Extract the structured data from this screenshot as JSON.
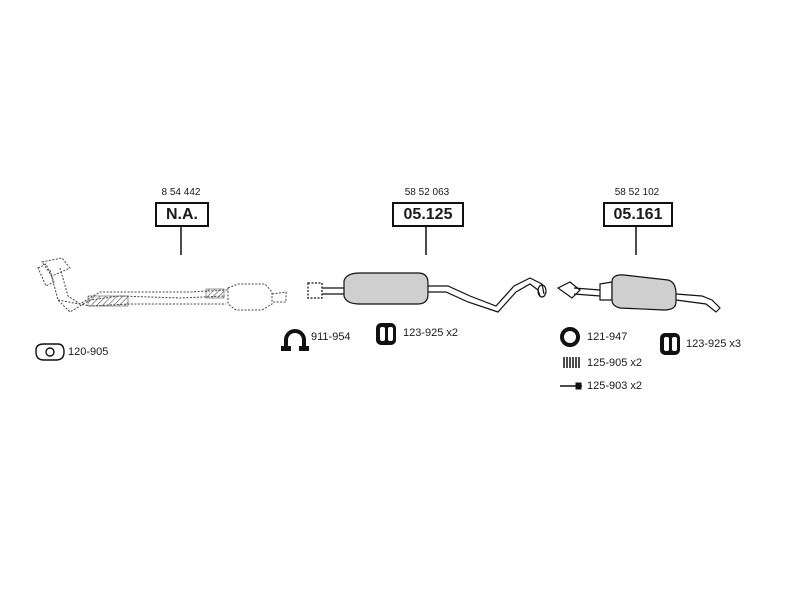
{
  "groups": [
    {
      "oem_number": "8 54 442",
      "code": "N.A."
    },
    {
      "oem_number": "58 52 063",
      "code": "05.125"
    },
    {
      "oem_number": "58 52 102",
      "code": "05.161"
    }
  ],
  "parts": [
    {
      "label": "120-905",
      "icon": "gasket-icon"
    },
    {
      "label": "911-954",
      "icon": "clamp-icon"
    },
    {
      "label": "123-925 x2",
      "icon": "rubber-hanger-icon"
    },
    {
      "label": "121-947",
      "icon": "ring-gasket-icon"
    },
    {
      "label": "123-925 x3",
      "icon": "rubber-hanger-icon"
    },
    {
      "label": "125-905 x2",
      "icon": "spring-icon"
    },
    {
      "label": "125-903 x2",
      "icon": "bolt-icon"
    }
  ],
  "colors": {
    "line": "#111111",
    "hatch": "#555555"
  }
}
